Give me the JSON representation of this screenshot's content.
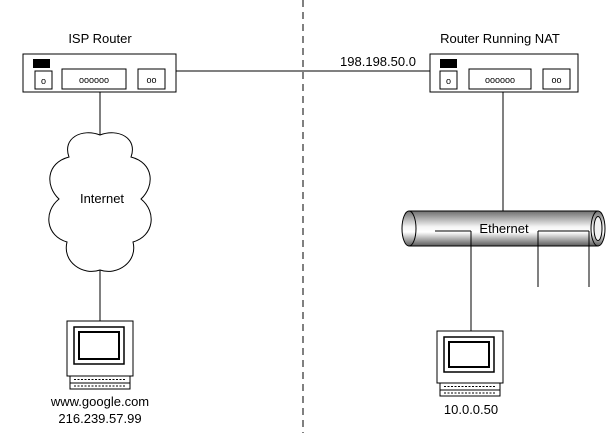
{
  "labels": {
    "isp_router": "ISP Router",
    "nat_router": "Router Running NAT",
    "public_ip": "198.198.50.0",
    "internet": "Internet",
    "ethernet": "Ethernet",
    "server_host": "www.google.com",
    "server_ip": "216.239.57.99",
    "client_ip": "10.0.0.50"
  },
  "router_ports": {
    "single": "o",
    "bank": "oooooo",
    "pair": "oo"
  }
}
